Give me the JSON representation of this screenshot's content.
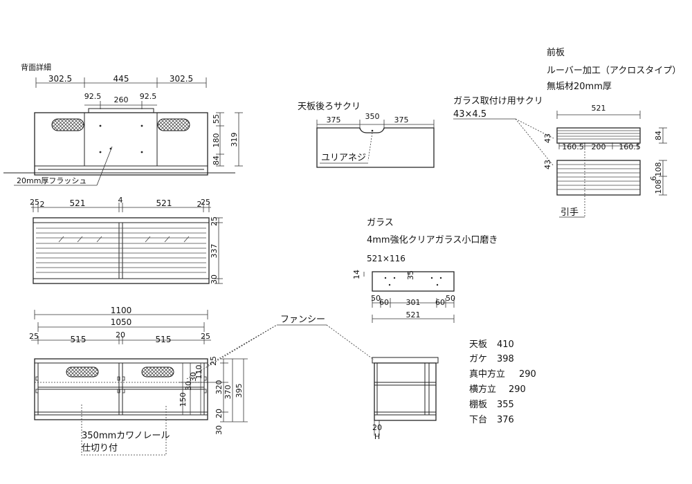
{
  "rear": {
    "title": "背面詳細",
    "w_left": "302.5",
    "w_mid": "445",
    "w_right": "302.5",
    "sub_left": "92.5",
    "sub_mid": "260",
    "sub_right": "92.5",
    "h55": "55",
    "h180": "180",
    "h84": "84",
    "h319": "319",
    "flush_note": "20mm厚フラッシュ"
  },
  "front": {
    "w25a": "25",
    "w2a": "2",
    "w521a": "521",
    "w4": "4",
    "w521b": "521",
    "w2b": "2",
    "w25b": "25",
    "h25": "25",
    "h337": "337",
    "h30": "30"
  },
  "section": {
    "w1100": "1100",
    "w1050": "1050",
    "w25l": "25",
    "w515a": "515",
    "w20": "20",
    "w515b": "515",
    "w25r": "25",
    "fancy": "ファンシー",
    "h25": "25",
    "h110": "110",
    "h30a": "30",
    "h30b": "30",
    "h150": "150",
    "h320": "320",
    "h370": "370",
    "h395": "395",
    "h20": "20",
    "h30c": "30",
    "rail_note_1": "350mmカワノレール",
    "rail_note_2": "仕切り付",
    "side_20": "20",
    "side_h": "H"
  },
  "top_cutout": {
    "title": "天板後ろサクリ",
    "w375a": "375",
    "w350": "350",
    "w375b": "375",
    "screw": "ユリアネジ"
  },
  "front_panel": {
    "title": "前板",
    "line1": "ルーバー加工（アクロスタイプ）",
    "line2": "無垢材20mm厚",
    "glass_groove": "ガラス取付け用サクリ",
    "groove_size": "43×4.5",
    "w521": "521",
    "h84": "84",
    "g43a": "43",
    "g43b": "43",
    "w160a": "160.5",
    "w200": "200",
    "w160b": "160.5",
    "h108a": "108",
    "h6": "6",
    "h108b": "108",
    "handle": "引手"
  },
  "glass": {
    "title": "ガラス",
    "spec": "4mm強化クリアガラス小口磨き",
    "size": "521×116",
    "h14": "14",
    "h35": "35",
    "w50a": "50",
    "w60a": "60",
    "w301": "301",
    "w60b": "60",
    "w50b": "50",
    "w521": "521"
  },
  "parts": [
    {
      "name": "天板",
      "value": "410"
    },
    {
      "name": "ガケ",
      "value": "398"
    },
    {
      "name": "真中方立",
      "value": "290"
    },
    {
      "name": "横方立",
      "value": "290"
    },
    {
      "name": "棚板",
      "value": "355"
    },
    {
      "name": "下台",
      "value": "376"
    }
  ]
}
